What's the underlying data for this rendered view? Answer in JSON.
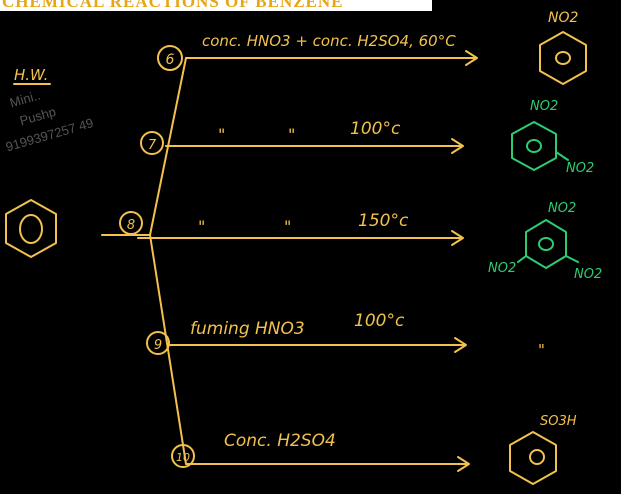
{
  "header": {
    "title": "CHEMICAL REACTIONS OF BENZENE"
  },
  "watermark": {
    "line1": "Mini..",
    "line2": "Pushp",
    "line3": "9199397257 49"
  },
  "hw_label": "H.W.",
  "reactions": [
    {
      "num": "6",
      "reagent": "conc. HNO3 + conc. H2SO4, 60°C"
    },
    {
      "num": "7",
      "reagent_left": "\"",
      "reagent_mid": "\"",
      "temp": "100°c"
    },
    {
      "num": "8",
      "reagent_left": "\"",
      "reagent_mid": "\"",
      "temp": "150°c"
    },
    {
      "num": "9",
      "reagent": "fuming HNO3",
      "temp": "100°c"
    },
    {
      "num": "10",
      "reagent": "Conc. H2SO4"
    }
  ],
  "products": {
    "p6": {
      "sub1": "NO2"
    },
    "p7": {
      "sub1": "NO2",
      "sub2": "NO2"
    },
    "p8": {
      "sub1": "NO2",
      "sub2": "NO2",
      "sub3": "NO2"
    },
    "p9": {
      "ditto": "\""
    },
    "p10": {
      "sub1": "SO3H"
    }
  },
  "colors": {
    "yellow": "#f2c14e",
    "green": "#2ecc71",
    "white": "#ffffff",
    "orange": "#e7a614"
  }
}
